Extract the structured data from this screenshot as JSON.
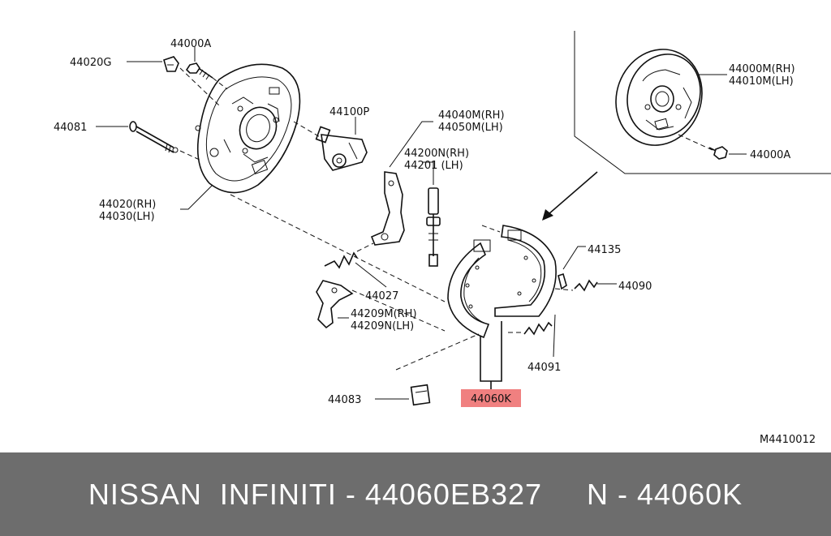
{
  "diagram": {
    "code": "M4410012",
    "highlight_color": "#f08080",
    "labels": {
      "p44000A_top": "44000A",
      "p44020G": "44020G",
      "p44081": "44081",
      "p44020_rh": "44020(RH)",
      "p44030_lh": "44030(LH)",
      "p44100P": "44100P",
      "p44040M_rh": "44040M(RH)",
      "p44050M_lh": "44050M(LH)",
      "p44200N_rh": "44200N(RH)",
      "p44201_lh": "44201  (LH)",
      "p44000M_rh": "44000M(RH)",
      "p44010M_lh": "44010M(LH)",
      "p44000A_right": "44000A",
      "p44135": "44135",
      "p44090": "44090",
      "p44027": "44027",
      "p44209M_rh": "44209M(RH)",
      "p44209N_lh": "44209N(LH)",
      "p44091": "44091",
      "p44083": "44083",
      "p44060K": "44060K"
    }
  },
  "footer": {
    "text": "NISSAN  INFINITI - 44060EB327     N - 44060K"
  }
}
